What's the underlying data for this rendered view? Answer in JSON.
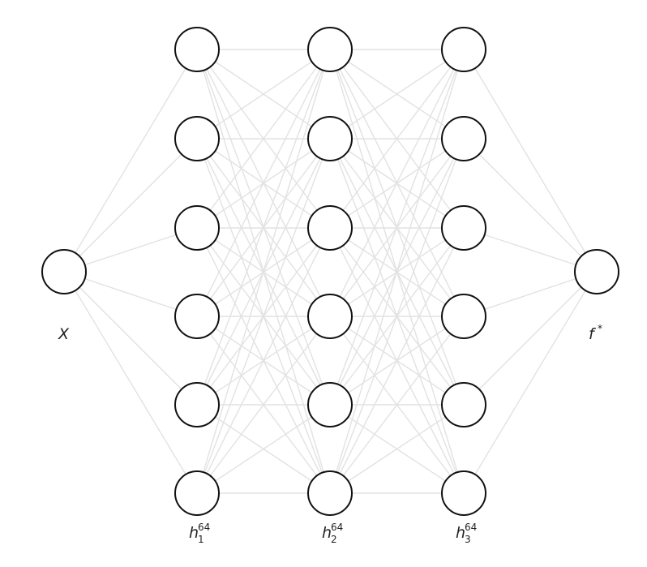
{
  "diagram": {
    "type": "feedforward-neural-network",
    "layers": [
      {
        "id": "input",
        "nodes": 1,
        "label": {
          "main": "X",
          "sup": "",
          "sub": ""
        }
      },
      {
        "id": "hidden1",
        "nodes": 6,
        "label": {
          "main": "h",
          "sup": "64",
          "sub": "1"
        }
      },
      {
        "id": "hidden2",
        "nodes": 6,
        "label": {
          "main": "h",
          "sup": "64",
          "sub": "2"
        }
      },
      {
        "id": "hidden3",
        "nodes": 6,
        "label": {
          "main": "h",
          "sup": "64",
          "sub": "3"
        }
      },
      {
        "id": "output",
        "nodes": 1,
        "label": {
          "main": "f",
          "sup": "*",
          "sub": ""
        }
      }
    ],
    "connectivity": "fully-connected",
    "colors": {
      "edge": "#e2e2e2",
      "node_stroke": "#111111",
      "node_fill": "#ffffff"
    }
  }
}
